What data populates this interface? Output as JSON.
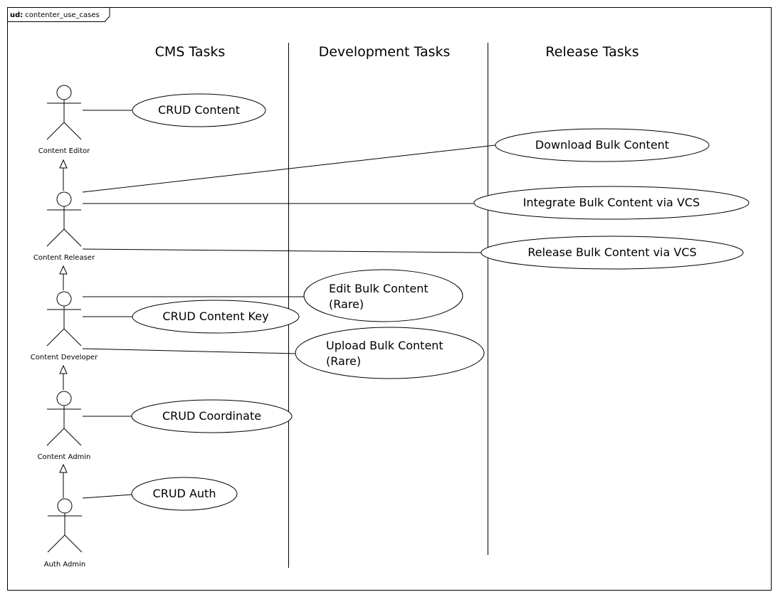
{
  "frame": {
    "kind": "ud:",
    "name": "contenter_use_cases"
  },
  "lanes": [
    "CMS Tasks",
    "Development Tasks",
    "Release Tasks"
  ],
  "actors": {
    "content_editor": "Content Editor",
    "content_releaser": "Content Releaser",
    "content_developer": "Content Developer",
    "content_admin": "Content Admin",
    "auth_admin": "Auth Admin"
  },
  "use_cases": {
    "crud_content": [
      "CRUD Content"
    ],
    "download_bulk": [
      "Download Bulk Content"
    ],
    "integrate_bulk": [
      "Integrate Bulk Content via VCS"
    ],
    "release_bulk": [
      "Release Bulk Content via VCS"
    ],
    "edit_bulk": [
      "Edit Bulk Content",
      "(Rare)"
    ],
    "crud_content_key": [
      "CRUD Content Key"
    ],
    "upload_bulk": [
      "Upload Bulk Content",
      "(Rare)"
    ],
    "crud_coordinate": [
      "CRUD Coordinate"
    ],
    "crud_auth": [
      "CRUD Auth"
    ]
  }
}
